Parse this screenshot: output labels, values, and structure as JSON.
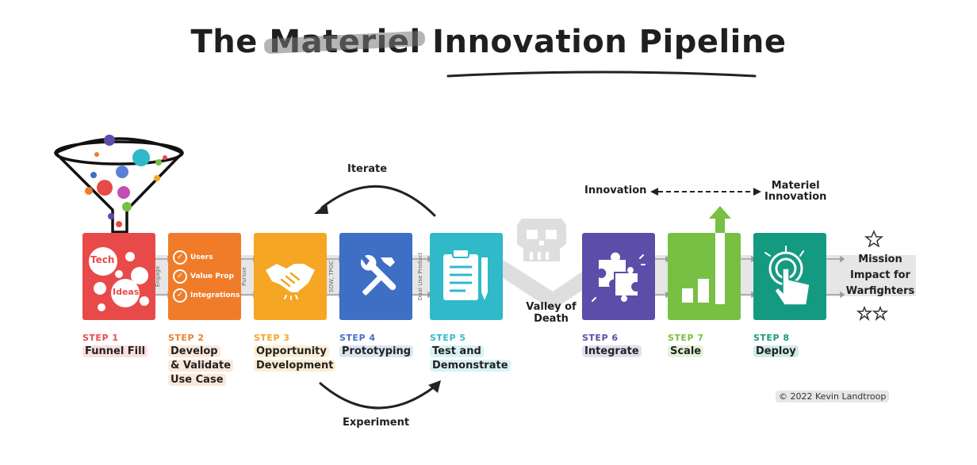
{
  "title": {
    "pre": "The ",
    "struck": "Materiel",
    "post": " Innovation Pipeline"
  },
  "funnel": {
    "tech": "Tech",
    "ideas": "Ideas"
  },
  "step2_box": {
    "items": [
      "Users",
      "Value Prop",
      "Integrations"
    ]
  },
  "connectors": {
    "engage": "Engage",
    "pursue": "Pursue",
    "sow": "SOW, TPOC",
    "dual_use": "Dual Use Product"
  },
  "steps": [
    {
      "label": "STEP 1",
      "name": [
        "Funnel Fill"
      ],
      "color": "#e84a4a"
    },
    {
      "label": "STEP 2",
      "name": [
        "Develop",
        "& Validate",
        "Use Case"
      ],
      "color": "#f07c2a"
    },
    {
      "label": "STEP 3",
      "name": [
        "Opportunity",
        "Development"
      ],
      "color": "#f5a623"
    },
    {
      "label": "STEP 4",
      "name": [
        "Prototyping"
      ],
      "color": "#3f6fc4"
    },
    {
      "label": "STEP 5",
      "name": [
        "Test and",
        "Demonstrate"
      ],
      "color": "#2fb9c9"
    },
    {
      "label": "STEP 6",
      "name": [
        "Integrate"
      ],
      "color": "#5b4da8"
    },
    {
      "label": "STEP 7",
      "name": [
        "Scale"
      ],
      "color": "#78c043"
    },
    {
      "label": "STEP 8",
      "name": [
        "Deploy"
      ],
      "color": "#159a82"
    }
  ],
  "annotations": {
    "iterate": "Iterate",
    "experiment": "Experiment",
    "innovation": "Innovation",
    "materiel_innovation_1": "Materiel",
    "materiel_innovation_2": "Innovation",
    "valley_1": "Valley of",
    "valley_2": "Death",
    "mission_1": "Mission",
    "mission_2": "Impact for",
    "mission_3": "Warfighters",
    "copyright": "© 2022 Kevin Landtroop"
  }
}
